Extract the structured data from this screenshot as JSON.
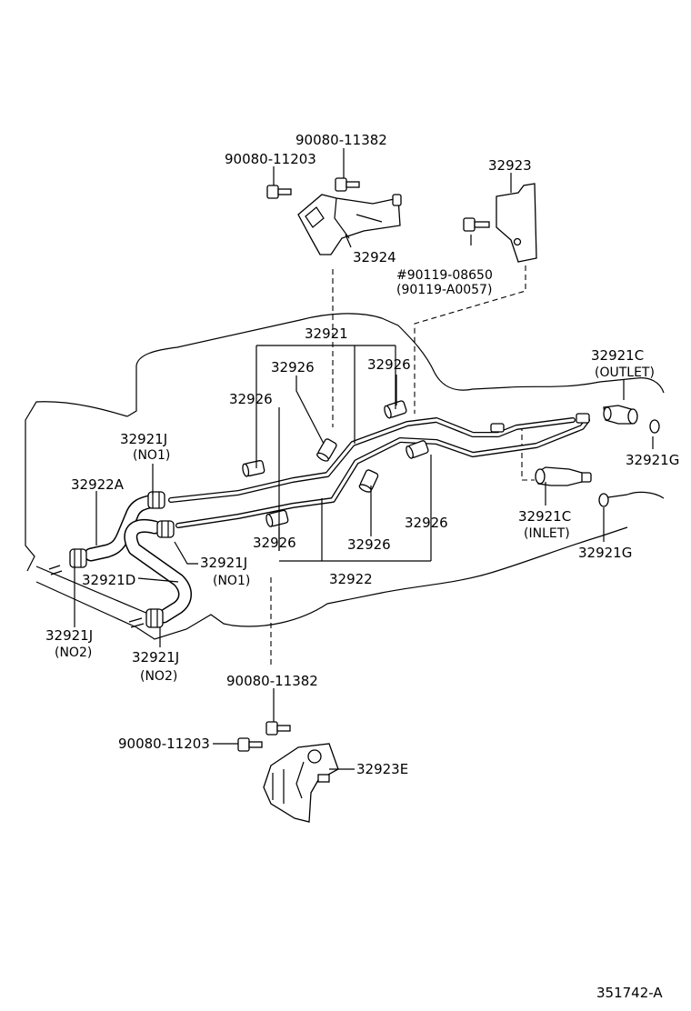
{
  "labels": {
    "bolt_top_right": "90080-11382",
    "bolt_top_left": "90080-11203",
    "bracket_32924": "32924",
    "bracket_32923": "32923",
    "bolt_90119_a": "#90119-08650",
    "bolt_90119_b": "(90119-A0057)",
    "tube_set_upper": "32921",
    "clamp_upper_left": "32926",
    "clamp_upper_right": "32926",
    "clamp_left": "32926",
    "clamp_lower_left": "32926",
    "clamp_lower_mid": "32926",
    "clamp_lower_right": "32926",
    "tube_set_lower": "32922",
    "hose_a": "32922A",
    "hose_d": "32921D",
    "hose_clip_1_upper": "32921J",
    "hose_clip_1_upper_note": "(NO1)",
    "hose_clip_1_lower": "32921J",
    "hose_clip_1_lower_note": "(NO1)",
    "hose_clip_2_left": "32921J",
    "hose_clip_2_left_note": "(NO2)",
    "hose_clip_2_right": "32921J",
    "hose_clip_2_right_note": "(NO2)",
    "union_outlet": "32921C",
    "union_outlet_note": "(OUTLET)",
    "union_inlet": "32921C",
    "union_inlet_note": "(INLET)",
    "gasket_upper": "32921G",
    "gasket_lower": "32921G",
    "bolt_bottom_top": "90080-11382",
    "bolt_bottom_left": "90080-11203",
    "bracket_32923e": "32923E",
    "figure_number": "351742-A"
  }
}
